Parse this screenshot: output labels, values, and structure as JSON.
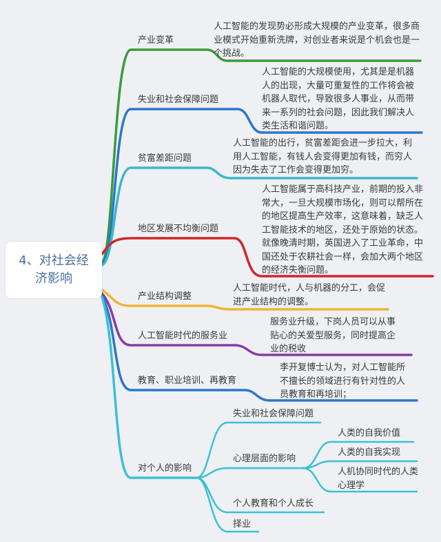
{
  "root": {
    "label": "4、对社会经济影响"
  },
  "colors": {
    "green": "#3c9a3c",
    "blue": "#2a78c8",
    "cyan": "#3cb6c8",
    "red": "#d0262c",
    "yellow": "#f0b432",
    "purple": "#8a3aa6",
    "teal": "#3cc0d2"
  },
  "branches": [
    {
      "label": "产业变革",
      "detail": "人工智能的发现势必形成大规模的产业变革，很多商业模式开始重新洗牌，对创业者来说是个机会也是一个挑战。"
    },
    {
      "label": "失业和社会保障问题",
      "detail": "人工智能的大规模使用，尤其是是机器人的出现，大量可重复性的工作将会被机器人取代，导致很多人事业，从而带来一系列的社会问题，因此我们解决人类生活和谐问题。"
    },
    {
      "label": "贫富差距问题",
      "detail": "人工智能的出行，贫富差距会进一步拉大，利用人工智能，有钱人会变得更加有钱，而穷人因为失去了工作会变得更加穷。"
    },
    {
      "label": "地区发展不均衡问题",
      "detail": "人工智能属于高科技产业，前期的投入非常大，一旦大规模市场化，则可以帮所在的地区提高生产效率，这意味着，缺乏人工智能技术的地区，还处于原始的状态。就像晚清时期，英国进入了工业革命，中国还处于农耕社会一样，会加大两个地区的经济失衡问题。"
    },
    {
      "label": "产业结构调整",
      "detail": "人工智能时代，人与机器的分工，会促进产业结构的调整。"
    },
    {
      "label": "人工智能时代的服务业",
      "detail": "服务业升级，下岗人员可以从事贴心的关爱型服务，同时提高企业的税收"
    },
    {
      "label": "教育、职业培训、再教育",
      "detail": "李开复博士认为，对人工智能所不擅长的领域进行有针对性的人员教育和再培训；"
    },
    {
      "label": "对个人的影响",
      "children": [
        {
          "label": "失业和社会保障问题"
        },
        {
          "label": "心理层面的影响",
          "children": [
            {
              "label": "人类的自我价值"
            },
            {
              "label": "人类的自我实现"
            },
            {
              "label": "人机协同时代的人类心理学"
            }
          ]
        },
        {
          "label": "个人教育和个人成长"
        },
        {
          "label": "择业"
        }
      ]
    }
  ]
}
